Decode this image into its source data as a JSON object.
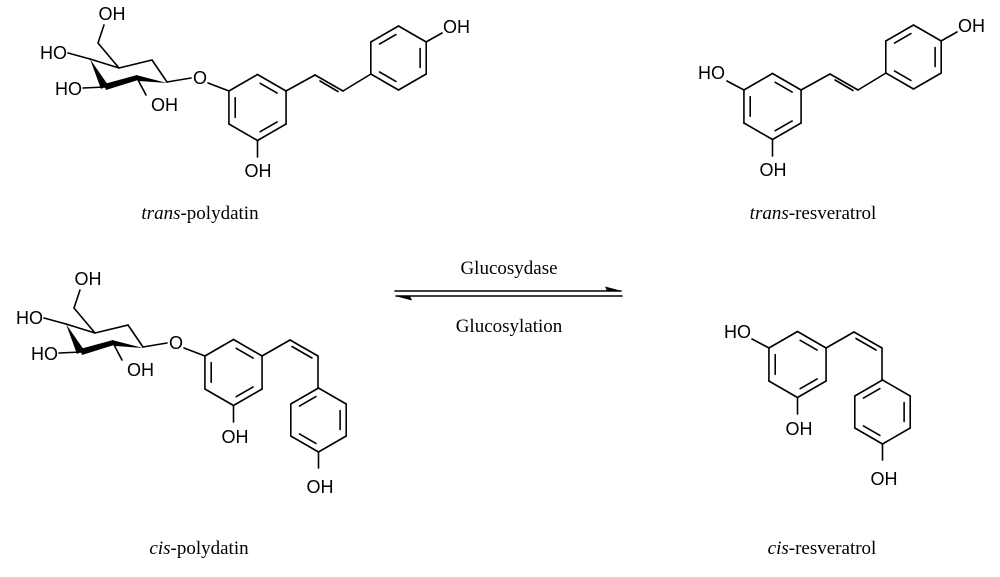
{
  "compounds": {
    "trans_polydatin": {
      "prefix": "trans",
      "suffix": "-polydatin"
    },
    "trans_resveratrol": {
      "prefix": "trans",
      "suffix": "-resveratrol"
    },
    "cis_polydatin": {
      "prefix": "cis",
      "suffix": "-polydatin"
    },
    "cis_resveratrol": {
      "prefix": "cis",
      "suffix": "-resveratrol"
    }
  },
  "reaction": {
    "forward": "Glucosydase",
    "reverse": "Glucosylation"
  },
  "atoms": {
    "OH": "OH",
    "HO": "HO",
    "O": "O"
  }
}
